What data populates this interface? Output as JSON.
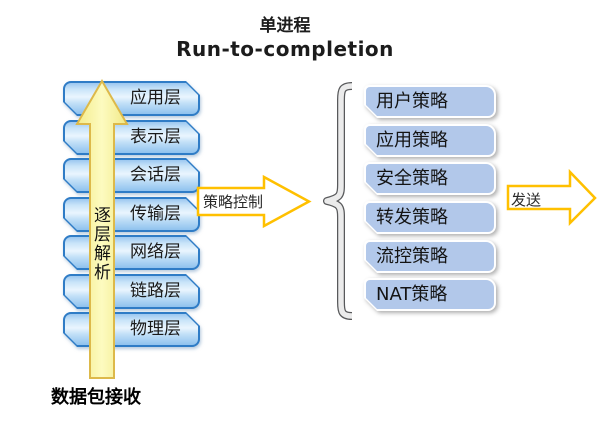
{
  "title": {
    "line1": "单进程",
    "line2": "Run-to-completion"
  },
  "osi_stack": {
    "layers": [
      "应用层",
      "表示层",
      "会话层",
      "传输层",
      "网络层",
      "链路层",
      "物理层"
    ],
    "arrow_label": "逐层解析",
    "bottom_label": "数据包接收"
  },
  "flow": {
    "policy_control_label": "策略控制",
    "send_label": "发送"
  },
  "policy_stack": {
    "items": [
      "用户策略",
      "应用策略",
      "安全策略",
      "转发策略",
      "流控策略",
      "NAT策略"
    ]
  },
  "colors": {
    "layer_border_blue": "#2f7cc6",
    "layer_fill_light": "#eaf5fe",
    "policy_fill": "#b2c8ea",
    "up_arrow_fill": "#fdfbb4",
    "up_arrow_border": "#ddb94a",
    "flow_arrow_border": "#ffc000",
    "brace_fill": "#ebebeb",
    "brace_outline": "#58595b"
  }
}
